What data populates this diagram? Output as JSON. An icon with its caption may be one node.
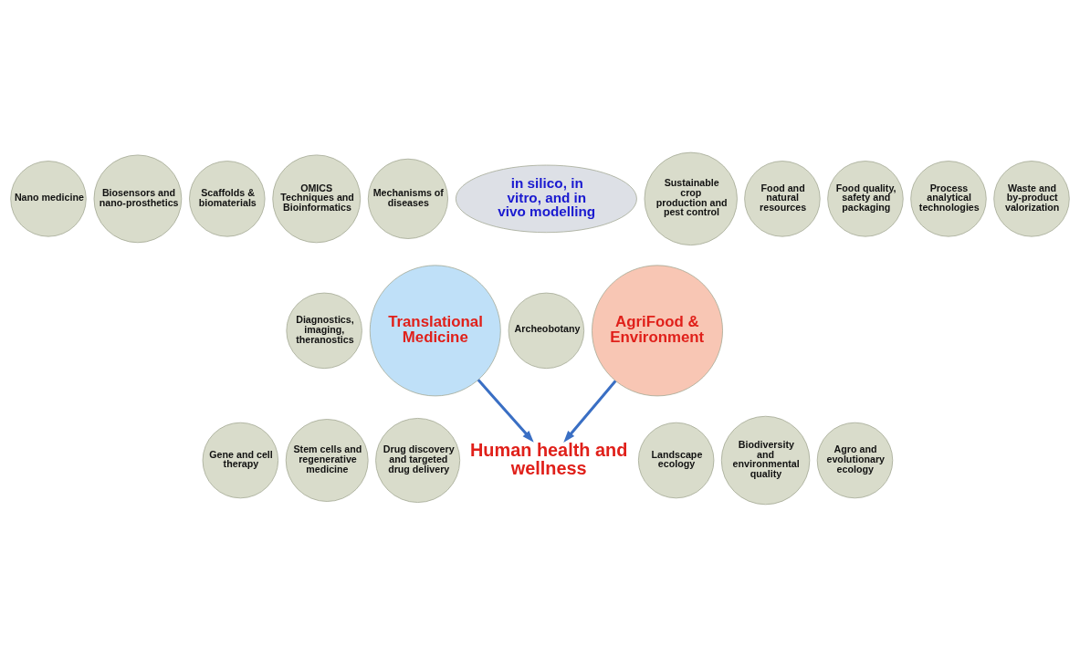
{
  "diagram": {
    "nodes": [
      {
        "text": [
          "Translational Medicine"
        ]
      },
      {
        "text": [
          "Nano medicine"
        ]
      },
      {
        "text": [
          "Biosensors and nano-prosthetics"
        ]
      },
      {
        "text": [
          "Scaffolds & biomaterials"
        ]
      },
      {
        "text": [
          "OMICS Techniques and Bioinformatics"
        ]
      },
      {
        "text": [
          "Mechanisms of diseases"
        ]
      },
      {
        "text": [
          "Gene and cell therapy"
        ]
      },
      {
        "text": [
          "Stem cells and regenerative medicine"
        ]
      },
      {
        "text": [
          "Drug discovery and targeted drug delivery"
        ]
      },
      {
        "text": [
          "Diagnostics, imaging, theranostics"
        ]
      },
      {
        "text": [
          "in silico, in vitro, and in vivo modelling"
        ]
      },
      {
        "text": [
          "AgriFood & Environment"
        ]
      },
      {
        "text": [
          "Sustainable crop production and pest control"
        ]
      },
      {
        "text": [
          "Food and natural resources"
        ]
      },
      {
        "text": [
          "Food quality, safety and packaging"
        ]
      },
      {
        "text": [
          "Process analytical technologies"
        ]
      },
      {
        "text": [
          "Waste and by-product valorization"
        ]
      },
      {
        "text": [
          "Agro and evolutionary ecology"
        ]
      },
      {
        "text": [
          "Biodiversity and environmental quality"
        ]
      },
      {
        "text": [
          "Landscape ecology"
        ]
      },
      {
        "text": [
          "Archeobotany"
        ]
      },
      {
        "text": [
          "Human health and wellness"
        ]
      }
    ],
    "edges": [
      {
        "from": 0,
        "to": 21,
        "arrow": "to",
        "color": "#3a6fc4"
      },
      {
        "from": 11,
        "to": 21,
        "arrow": "to",
        "color": "#3a6fc4"
      }
    ]
  }
}
